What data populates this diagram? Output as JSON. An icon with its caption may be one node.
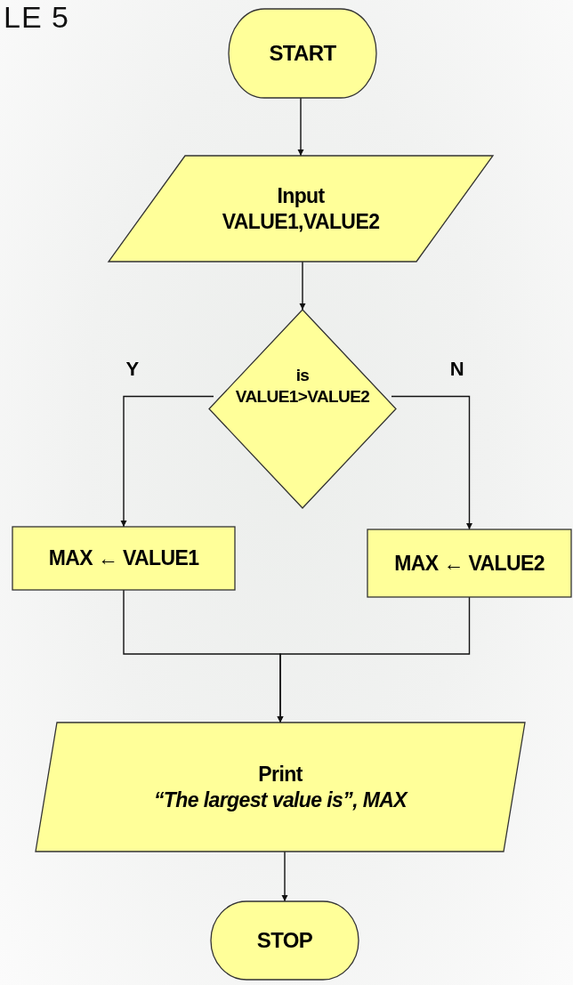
{
  "diagram": {
    "title": "LE 5",
    "nodes": [
      {
        "text": [
          "START"
        ]
      },
      {
        "text": [
          "Input",
          "VALUE1,VALUE2"
        ]
      },
      {
        "text": [
          "is",
          "VALUE1>VALUE2"
        ]
      },
      {
        "text": [
          "MAX ← VALUE1"
        ]
      },
      {
        "text": [
          "MAX ← VALUE2"
        ]
      },
      {
        "text": [
          "Print",
          "“The largest value is”, MAX"
        ]
      },
      {
        "text": [
          "STOP"
        ]
      }
    ],
    "edges": [
      {
        "from": 0,
        "to": 1,
        "arrow": "to"
      },
      {
        "from": 1,
        "to": 2,
        "arrow": "to"
      },
      {
        "from": 2,
        "to": 3,
        "arrow": "to",
        "label": "Y"
      },
      {
        "from": 2,
        "to": 4,
        "arrow": "to",
        "label": "N"
      },
      {
        "from": 3,
        "to": 5,
        "arrow": "to"
      },
      {
        "from": 4,
        "to": 5,
        "arrow": "to"
      },
      {
        "from": 5,
        "to": 6,
        "arrow": "to"
      }
    ]
  }
}
